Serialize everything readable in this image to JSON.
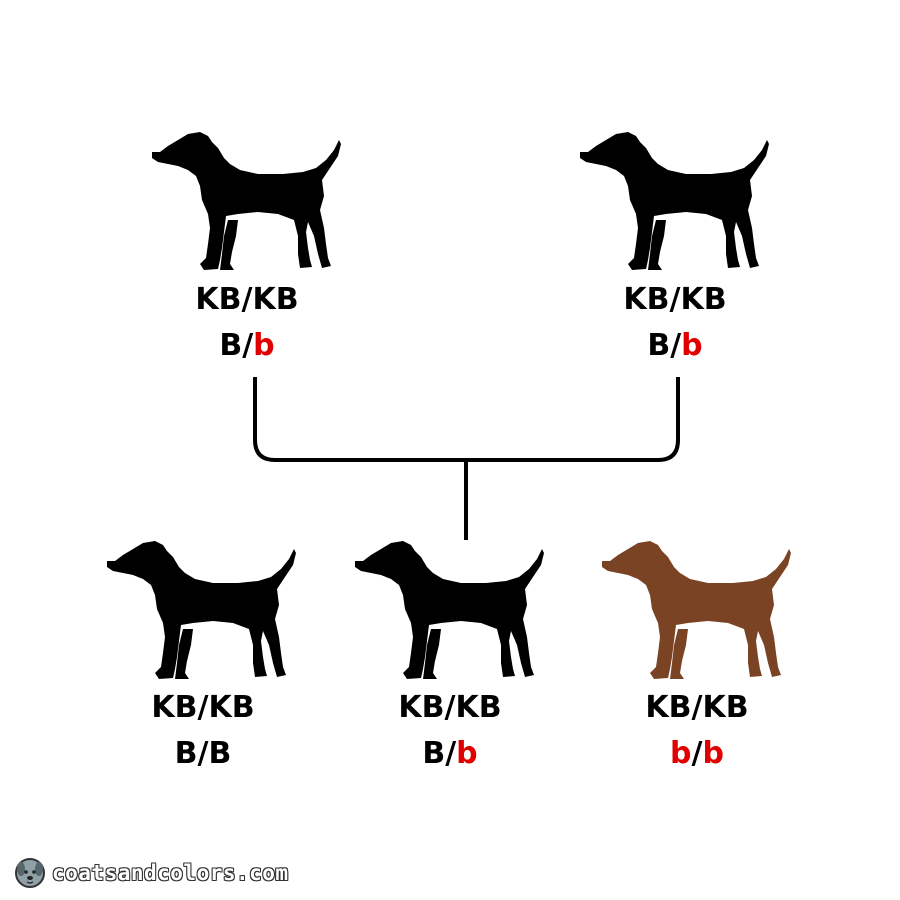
{
  "parents": [
    {
      "locus1": "KB/KB",
      "locus2_a": "B",
      "locus2_sep": "/",
      "locus2_b": "b",
      "coat_color": "#000000"
    },
    {
      "locus1": "KB/KB",
      "locus2_a": "B",
      "locus2_sep": "/",
      "locus2_b": "b",
      "coat_color": "#000000"
    }
  ],
  "offspring": [
    {
      "locus1": "KB/KB",
      "locus2_a": "B",
      "locus2_sep": "/",
      "locus2_b": "B",
      "coat_color": "#000000"
    },
    {
      "locus1": "KB/KB",
      "locus2_a": "B",
      "locus2_sep": "/",
      "locus2_b": "b",
      "coat_color": "#000000"
    },
    {
      "locus1": "KB/KB",
      "locus2_a": "b",
      "locus2_sep": "/",
      "locus2_b": "b",
      "coat_color": "#7a4424"
    }
  ],
  "colors": {
    "recessive_allele": "#e10000",
    "line": "#000000"
  },
  "branding": {
    "site": "coatsandcolors.com",
    "icon": "dog-face-icon"
  }
}
